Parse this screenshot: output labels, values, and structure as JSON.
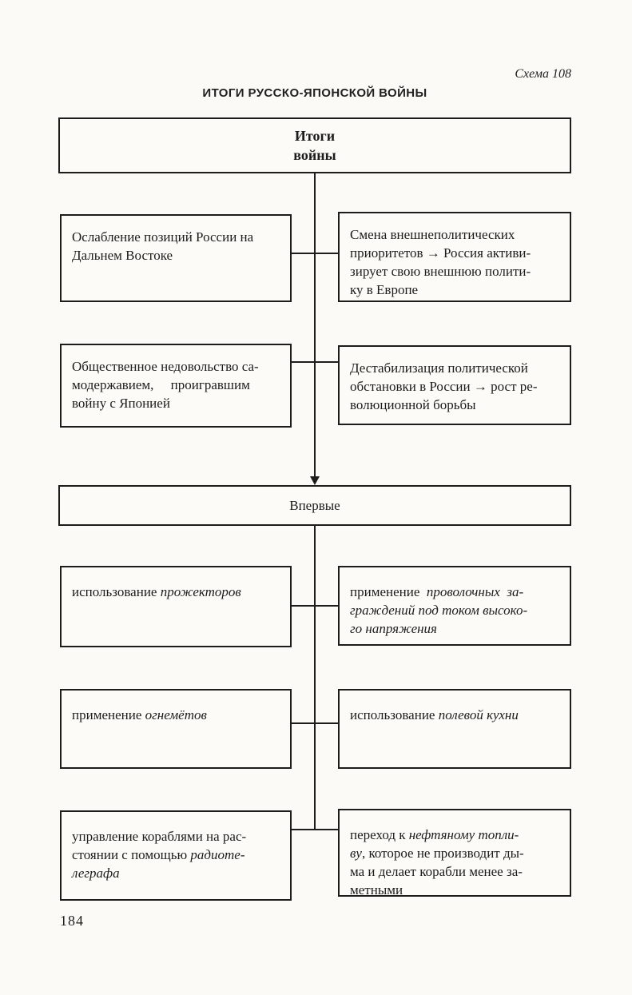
{
  "page": {
    "scheme_label": "Схема 108",
    "title": "ИТОГИ РУССКО-ЯПОНСКОЙ ВОЙНЫ",
    "page_number": "184"
  },
  "colors": {
    "ink": "#1d1c1a",
    "paper": "#fbfaf7"
  },
  "diagram": {
    "root": {
      "lines": [
        [
          {
            "t": "Итоги"
          }
        ],
        [
          {
            "t": "войны"
          }
        ]
      ]
    },
    "results": {
      "r1_left": {
        "lines": [
          [
            {
              "t": "Ослабление позиций России на"
            }
          ],
          [
            {
              "t": "Дальнем Востоке"
            }
          ]
        ]
      },
      "r1_right": {
        "lines": [
          [
            {
              "t": "Смена внешнеполитических"
            }
          ],
          [
            {
              "t": "приоритетов → Россия активи-"
            }
          ],
          [
            {
              "t": "зирует свою внешнюю полити-"
            }
          ],
          [
            {
              "t": "ку в Европе"
            }
          ]
        ]
      },
      "r2_left": {
        "lines": [
          [
            {
              "t": "Общественное недовольство са-"
            }
          ],
          [
            {
              "t": "модержавием,     проигравшим"
            }
          ],
          [
            {
              "t": "войну с Японией"
            }
          ]
        ]
      },
      "r2_right": {
        "lines": [
          [
            {
              "t": "Дестабилизация политической"
            }
          ],
          [
            {
              "t": "обстановки в России → рост ре-"
            }
          ],
          [
            {
              "t": "волюционной борьбы"
            }
          ]
        ]
      }
    },
    "firsts_header": {
      "lines": [
        [
          {
            "t": "Впервые"
          }
        ]
      ]
    },
    "firsts": {
      "f1_left": {
        "lines": [
          [
            {
              "t": "использование "
            },
            {
              "t": "прожекторов",
              "i": true
            }
          ]
        ]
      },
      "f1_right": {
        "lines": [
          [
            {
              "t": "применение  "
            },
            {
              "t": "проволочных  за-",
              "i": true
            }
          ],
          [
            {
              "t": "граждений под током высоко-",
              "i": true
            }
          ],
          [
            {
              "t": "го напряжения",
              "i": true
            }
          ]
        ]
      },
      "f2_left": {
        "lines": [
          [
            {
              "t": "применение "
            },
            {
              "t": "огнемётов",
              "i": true
            }
          ]
        ]
      },
      "f2_right": {
        "lines": [
          [
            {
              "t": "использование "
            },
            {
              "t": "полевой кухни",
              "i": true
            }
          ]
        ]
      },
      "f3_left": {
        "lines": [
          [
            {
              "t": "управление кораблями на рас-"
            }
          ],
          [
            {
              "t": "стоянии с помощью "
            },
            {
              "t": "радиоте-",
              "i": true
            }
          ],
          [
            {
              "t": "леграфа",
              "i": true
            }
          ]
        ]
      },
      "f3_right": {
        "lines": [
          [
            {
              "t": "переход к "
            },
            {
              "t": "нефтяному топли-",
              "i": true
            }
          ],
          [
            {
              "t": "ву",
              "i": true
            },
            {
              "t": ", которое не производит ды-"
            }
          ],
          [
            {
              "t": "ма и делает корабли менее за-"
            }
          ],
          [
            {
              "t": "метными"
            }
          ]
        ]
      }
    }
  }
}
